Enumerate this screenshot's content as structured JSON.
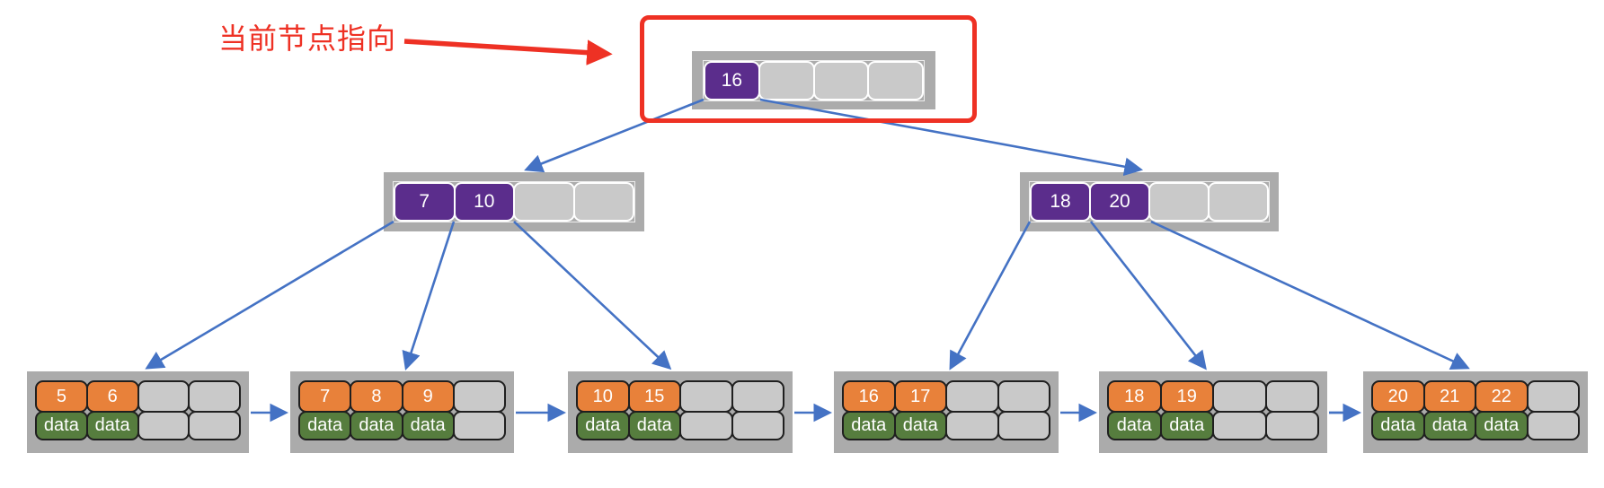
{
  "annotation": {
    "label": "当前节点指向",
    "color": "#ee3124",
    "points_to": "root-node"
  },
  "colors": {
    "internal_key_fill": "#5b2d8c",
    "leaf_key_fill": "#e8813a",
    "leaf_data_fill": "#567d3e",
    "empty_cell_fill": "#c9c9c9",
    "node_frame_fill": "#ababab",
    "edge_blue": "#4472c4",
    "highlight_red": "#ee3124"
  },
  "tree": {
    "root": {
      "id": "root",
      "cells": [
        "16",
        "",
        "",
        ""
      ]
    },
    "internal_nodes": [
      {
        "id": "internal-left",
        "cells": [
          "7",
          "10",
          "",
          ""
        ]
      },
      {
        "id": "internal-right",
        "cells": [
          "18",
          "20",
          "",
          ""
        ]
      }
    ],
    "leaf_nodes": [
      {
        "id": "leaf-1",
        "keys": [
          "5",
          "6",
          "",
          ""
        ],
        "data": [
          "data",
          "data",
          "",
          ""
        ]
      },
      {
        "id": "leaf-2",
        "keys": [
          "7",
          "8",
          "9",
          ""
        ],
        "data": [
          "data",
          "data",
          "data",
          ""
        ]
      },
      {
        "id": "leaf-3",
        "keys": [
          "10",
          "15",
          "",
          ""
        ],
        "data": [
          "data",
          "data",
          "",
          ""
        ]
      },
      {
        "id": "leaf-4",
        "keys": [
          "16",
          "17",
          "",
          ""
        ],
        "data": [
          "data",
          "data",
          "",
          ""
        ]
      },
      {
        "id": "leaf-5",
        "keys": [
          "18",
          "19",
          "",
          ""
        ],
        "data": [
          "data",
          "data",
          "",
          ""
        ]
      },
      {
        "id": "leaf-6",
        "keys": [
          "20",
          "21",
          "22",
          ""
        ],
        "data": [
          "data",
          "data",
          "data",
          ""
        ]
      }
    ],
    "links": {
      "root_to": [
        "internal-left",
        "internal-right"
      ],
      "internal_left_to": [
        "leaf-1",
        "leaf-2",
        "leaf-3"
      ],
      "internal_right_to": [
        "leaf-4",
        "leaf-5",
        "leaf-6"
      ],
      "leaf_chain": [
        "leaf-1",
        "leaf-2",
        "leaf-3",
        "leaf-4",
        "leaf-5",
        "leaf-6"
      ]
    }
  }
}
